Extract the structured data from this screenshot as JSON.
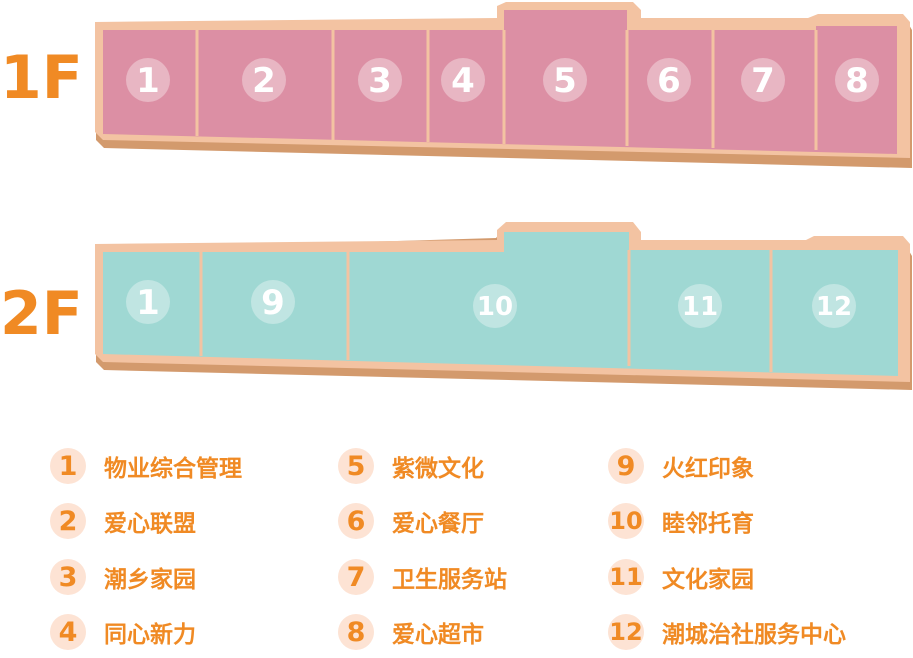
{
  "floors": [
    {
      "label": "1F",
      "fill": "#dc8fa4",
      "rooms": [
        "1",
        "2",
        "3",
        "4",
        "5",
        "6",
        "7",
        "8"
      ]
    },
    {
      "label": "2F",
      "fill": "#9fd8d3",
      "rooms": [
        "1",
        "9",
        "10",
        "11",
        "12"
      ]
    }
  ],
  "legend": [
    {
      "num": "1",
      "name": "物业综合管理"
    },
    {
      "num": "2",
      "name": "爱心联盟"
    },
    {
      "num": "3",
      "name": "潮乡家园"
    },
    {
      "num": "4",
      "name": "同心新力"
    },
    {
      "num": "5",
      "name": "紫微文化"
    },
    {
      "num": "6",
      "name": "爱心餐厅"
    },
    {
      "num": "7",
      "name": "卫生服务站"
    },
    {
      "num": "8",
      "name": "爱心超市"
    },
    {
      "num": "9",
      "name": "火红印象"
    },
    {
      "num": "10",
      "name": "睦邻托育"
    },
    {
      "num": "11",
      "name": "文化家园"
    },
    {
      "num": "12",
      "name": "潮城治社服务中心"
    }
  ],
  "colors": {
    "accent": "#f08a24",
    "wall": "#f3c3a2",
    "shadow": "#d39a6d",
    "badge_bg": "#fde3d4"
  }
}
